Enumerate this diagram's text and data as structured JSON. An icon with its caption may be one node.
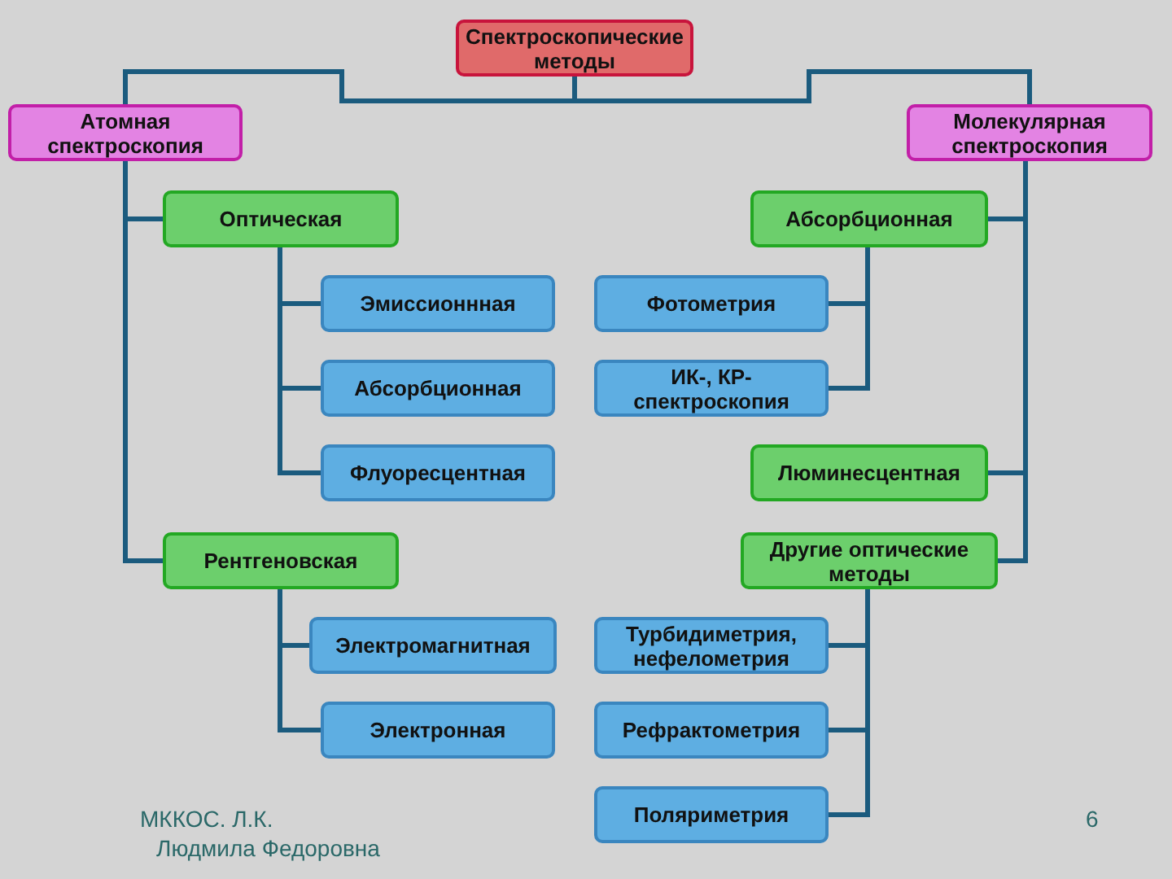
{
  "diagram": {
    "nodes": [
      {
        "text": [
          "Спектроскопические методы"
        ]
      },
      {
        "text": [
          "Атомная спектроскопия"
        ]
      },
      {
        "text": [
          "Молекулярная спектроскопия"
        ]
      },
      {
        "text": [
          "Оптическая"
        ]
      },
      {
        "text": [
          "Эмиссионнная"
        ]
      },
      {
        "text": [
          "Абсорбционная"
        ]
      },
      {
        "text": [
          "Флуоресцентная"
        ]
      },
      {
        "text": [
          "Рентгеновская"
        ]
      },
      {
        "text": [
          "Электромагнитная"
        ]
      },
      {
        "text": [
          "Электронная"
        ]
      },
      {
        "text": [
          "Абсорбционная"
        ]
      },
      {
        "text": [
          "Фотометрия"
        ]
      },
      {
        "text": [
          "ИК-, КР-спектроскопия"
        ]
      },
      {
        "text": [
          "Люминесцентная"
        ]
      },
      {
        "text": [
          "Другие оптические методы"
        ]
      },
      {
        "text": [
          "Турбидиметрия, нефелометрия"
        ]
      },
      {
        "text": [
          "Рефрактометрия"
        ]
      },
      {
        "text": [
          "Поляриметрия"
        ]
      }
    ],
    "edges": [
      {
        "from": 0,
        "to": 1,
        "arrow": "none"
      },
      {
        "from": 0,
        "to": 2,
        "arrow": "none"
      },
      {
        "from": 1,
        "to": 3,
        "arrow": "none"
      },
      {
        "from": 1,
        "to": 7,
        "arrow": "none"
      },
      {
        "from": 3,
        "to": 4,
        "arrow": "none"
      },
      {
        "from": 3,
        "to": 5,
        "arrow": "none"
      },
      {
        "from": 3,
        "to": 6,
        "arrow": "none"
      },
      {
        "from": 7,
        "to": 8,
        "arrow": "none"
      },
      {
        "from": 7,
        "to": 9,
        "arrow": "none"
      },
      {
        "from": 2,
        "to": 10,
        "arrow": "none"
      },
      {
        "from": 2,
        "to": 13,
        "arrow": "none"
      },
      {
        "from": 2,
        "to": 14,
        "arrow": "none"
      },
      {
        "from": 10,
        "to": 11,
        "arrow": "none"
      },
      {
        "from": 10,
        "to": 12,
        "arrow": "none"
      },
      {
        "from": 14,
        "to": 15,
        "arrow": "none"
      },
      {
        "from": 14,
        "to": 16,
        "arrow": "none"
      },
      {
        "from": 14,
        "to": 17,
        "arrow": "none"
      }
    ],
    "labels": [
      "МККОС. Л.К.",
      "Людмила Федоровна",
      "6"
    ]
  }
}
